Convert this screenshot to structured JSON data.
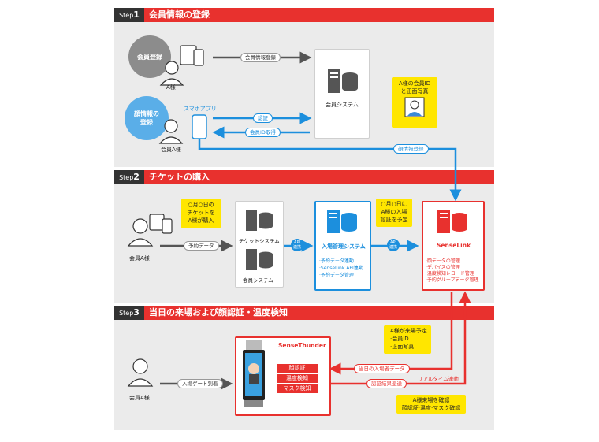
{
  "colors": {
    "accent_red": "#e8312e",
    "accent_blue": "#1c8fdd",
    "callout_yellow": "#ffe600",
    "step_dark": "#333333",
    "panel_gray": "#ebebeb"
  },
  "step1": {
    "tab_label": "Step",
    "tab_num": "1",
    "title": "会員情報の登録",
    "circle_register": "会員登録",
    "person_a": "A様",
    "arrow_member_info": "会員情報登録",
    "member_system": "会員システム",
    "callout_face": "A様の会員ID\nと正面写真",
    "circle_face": "顔情報の\n登録",
    "smartphone_app": "スマホアプリ",
    "arrow_auth": "認証",
    "arrow_get_id": "会員ID取得",
    "person_member_a": "会員A様",
    "arrow_face_register": "顔情報登録"
  },
  "step2": {
    "tab_label": "Step",
    "tab_num": "2",
    "title": "チケットの購入",
    "callout_ticket": "○月○日の\nチケットを\nA様が購入",
    "person": "会員A様",
    "arrow_reservation": "予約データ",
    "ticket_system": "チケットシステム",
    "member_system": "会員システム",
    "api_badge": "API\n連携",
    "entry_system": "入場管理システム",
    "entry_features": [
      "·予約データ連動",
      "·SenseLink API連動",
      "·予約データ管理"
    ],
    "callout_schedule": "○月○日に\nA様の入場\n認証を予定",
    "senselink": "SenseLink",
    "senselink_features": [
      "·顔データの管理",
      "·デバイスの管理",
      "·温度検知レコード管理",
      "·予約グループデータ管理"
    ]
  },
  "step3": {
    "tab_label": "Step",
    "tab_num": "3",
    "title": "当日の来場および顔認証・温度検知",
    "person": "会員A様",
    "arrow_gate": "入場ゲート到着",
    "sensethunder": "SenseThunder",
    "chips": [
      "顔認証",
      "温度検知",
      "マスク検知"
    ],
    "callout_visit": "A様が来場予定\n·会員ID\n·正面写真",
    "arrow_today_data": "当日の入場者データ",
    "arrow_realtime": "リアルタイム連動",
    "arrow_result": "認証結果返送",
    "callout_confirm": "A様来場を確認\n顔認証·温度·マスク確認"
  }
}
